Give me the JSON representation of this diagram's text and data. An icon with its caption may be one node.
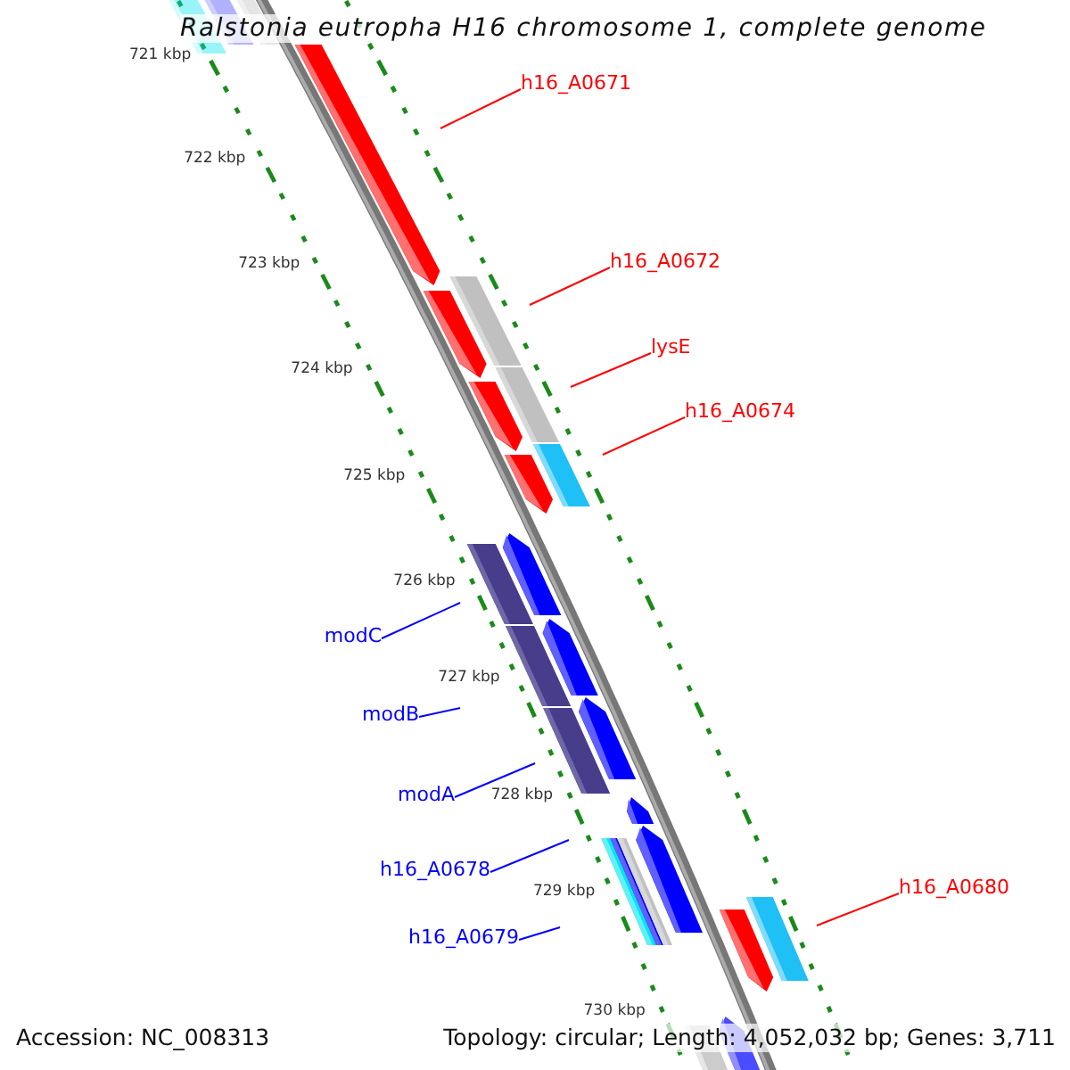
{
  "diagram": {
    "title": "Ralstonia eutropha H16 chromosome 1, complete genome",
    "nodes": [
      {
        "text": [
          "h16_A0671"
        ]
      },
      {
        "text": [
          "h16_A0672"
        ]
      },
      {
        "text": [
          "lysE"
        ]
      },
      {
        "text": [
          "h16_A0674"
        ]
      },
      {
        "text": [
          "modC"
        ]
      },
      {
        "text": [
          "modB"
        ]
      },
      {
        "text": [
          "modA"
        ]
      },
      {
        "text": [
          "h16_A0678"
        ]
      },
      {
        "text": [
          "h16_A0679"
        ]
      },
      {
        "text": [
          "h16_A0680"
        ]
      }
    ],
    "edges": [
      {
        "from": 0,
        "to": null,
        "arrow": "none"
      },
      {
        "from": 1,
        "to": null,
        "arrow": "none"
      },
      {
        "from": 2,
        "to": null,
        "arrow": "none"
      },
      {
        "from": 3,
        "to": null,
        "arrow": "none"
      },
      {
        "from": 4,
        "to": null,
        "arrow": "none",
        "color": "#0000ff"
      },
      {
        "from": 5,
        "to": null,
        "arrow": "none",
        "color": "#0000ff"
      },
      {
        "from": 6,
        "to": null,
        "arrow": "none",
        "color": "#0000ff"
      },
      {
        "from": 7,
        "to": null,
        "arrow": "none",
        "color": "#0000ff"
      },
      {
        "from": 8,
        "to": null,
        "arrow": "none",
        "color": "#0000ff"
      },
      {
        "from": 9,
        "to": null,
        "arrow": "none"
      }
    ],
    "labels": [
      "721 kbp",
      "722 kbp",
      "723 kbp",
      "724 kbp",
      "725 kbp",
      "726 kbp",
      "727 kbp",
      "728 kbp",
      "729 kbp",
      "730 kbp",
      "Accession: NC_008313",
      "Topology: circular; Length: 4,052,032 bp; Genes: 3,711"
    ]
  }
}
